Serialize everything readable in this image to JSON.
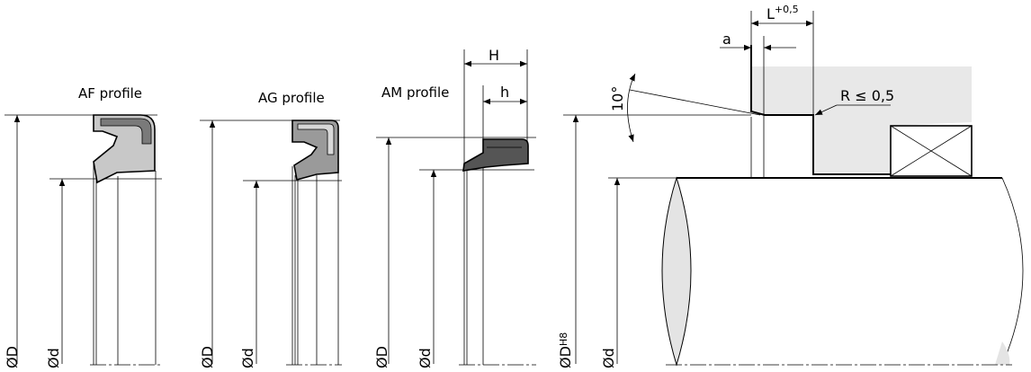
{
  "profiles": {
    "af": {
      "title": "AF profile",
      "outer_dia": "ØD",
      "inner_dia": "Ød",
      "fill": "#c8c8c8"
    },
    "ag": {
      "title": "AG profile",
      "outer_dia": "ØD",
      "inner_dia": "Ød",
      "fill": "#9a9a9a"
    },
    "am": {
      "title": "AM profile",
      "outer_dia": "ØD",
      "inner_dia": "Ød",
      "fill": "#555555"
    }
  },
  "am_dims": {
    "height_total": "H",
    "height_lip": "h"
  },
  "housing": {
    "bore_dia": "ØD",
    "bore_tolerance": "H8",
    "shaft_dia": "Ød",
    "chamfer_angle": "10°",
    "edge_radius": "R ≤ 0,5",
    "groove_length": "L",
    "groove_length_tolerance": "+0,5",
    "lead_in": "a",
    "housing_fill": "#e8e8e8",
    "shaft_end_fill": "#e4e4e4"
  }
}
